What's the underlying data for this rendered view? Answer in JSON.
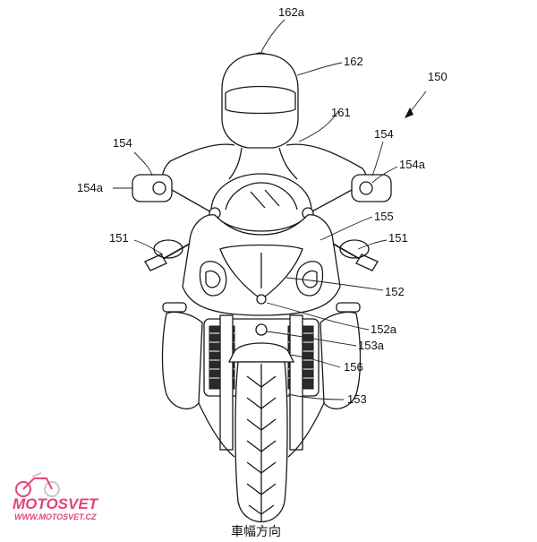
{
  "labels": {
    "l162a": "162a",
    "l162": "162",
    "l150": "150",
    "l161": "161",
    "l154_left": "154",
    "l154_right": "154",
    "l154a_left": "154a",
    "l154a_right": "154a",
    "l155": "155",
    "l151_left": "151",
    "l151_right": "151",
    "l152": "152",
    "l152a": "152a",
    "l153a": "153a",
    "l156": "156",
    "l153": "153"
  },
  "caption": "車幅方向",
  "watermark": {
    "brand": "MOTOSVET",
    "url": "WWW.MOTOSVET.CZ",
    "brand_color": "#e0457b"
  }
}
